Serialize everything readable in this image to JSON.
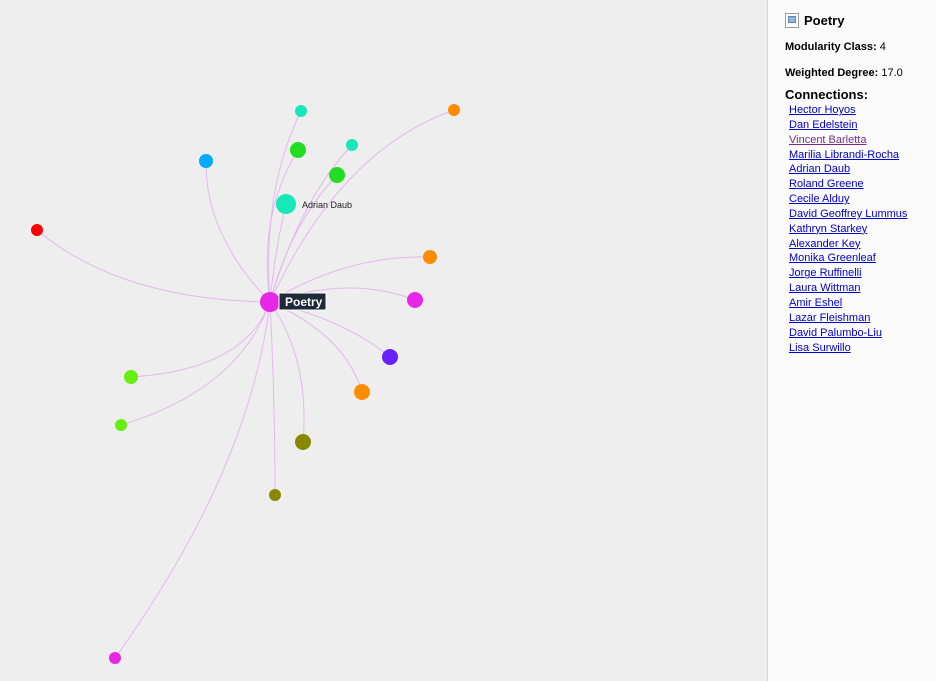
{
  "graph": {
    "selected_node": {
      "label": "Poetry",
      "color": "#e628e6"
    },
    "hover_label": "Adrian Daub",
    "edge_color": "#e4b8ec",
    "nodes": [
      {
        "name": "Hector Hoyos",
        "color": "#18e8b8"
      },
      {
        "name": "Dan Edelstein",
        "color": "#ff8c00"
      },
      {
        "name": "Vincent Barletta",
        "color": "#00aaff"
      },
      {
        "name": "Marilia Librandi-Rocha",
        "color": "#22dd22"
      },
      {
        "name": "Adrian Daub",
        "color": "#18e8b8"
      },
      {
        "name": "Roland Greene",
        "color": "#22dd22"
      },
      {
        "name": "Cecile Alduy",
        "color": "#18e8b8"
      },
      {
        "name": "David Geoffrey Lummus",
        "color": "#ff0000"
      },
      {
        "name": "Kathryn Starkey",
        "color": "#ff8c00"
      },
      {
        "name": "Alexander Key",
        "color": "#e628e6"
      },
      {
        "name": "Monika Greenleaf",
        "color": "#6622ff"
      },
      {
        "name": "Jorge Ruffinelli",
        "color": "#ff8c00"
      },
      {
        "name": "Laura Wittman",
        "color": "#66ee11"
      },
      {
        "name": "Amir Eshel",
        "color": "#66ee11"
      },
      {
        "name": "Lazar Fleishman",
        "color": "#888800"
      },
      {
        "name": "David Palumbo-Liu",
        "color": "#888800"
      },
      {
        "name": "Lisa Surwillo",
        "color": "#e628e6"
      }
    ]
  },
  "panel": {
    "title": "Poetry",
    "modularity_label": "Modularity Class:",
    "modularity_value": "4",
    "degree_label": "Weighted Degree:",
    "degree_value": "17.0",
    "connections_heading": "Connections:",
    "connections": [
      "Hector Hoyos",
      "Dan Edelstein",
      "Vincent Barletta",
      "Marilia Librandi-Rocha",
      "Adrian Daub",
      "Roland Greene",
      "Cecile Alduy",
      "David Geoffrey Lummus",
      "Kathryn Starkey",
      "Alexander Key",
      "Monika Greenleaf",
      "Jorge Ruffinelli",
      "Laura Wittman",
      "Amir Eshel",
      "Lazar Fleishman",
      "David Palumbo-Liu",
      "Lisa Surwillo"
    ],
    "visited_connection": "Vincent Barletta"
  }
}
